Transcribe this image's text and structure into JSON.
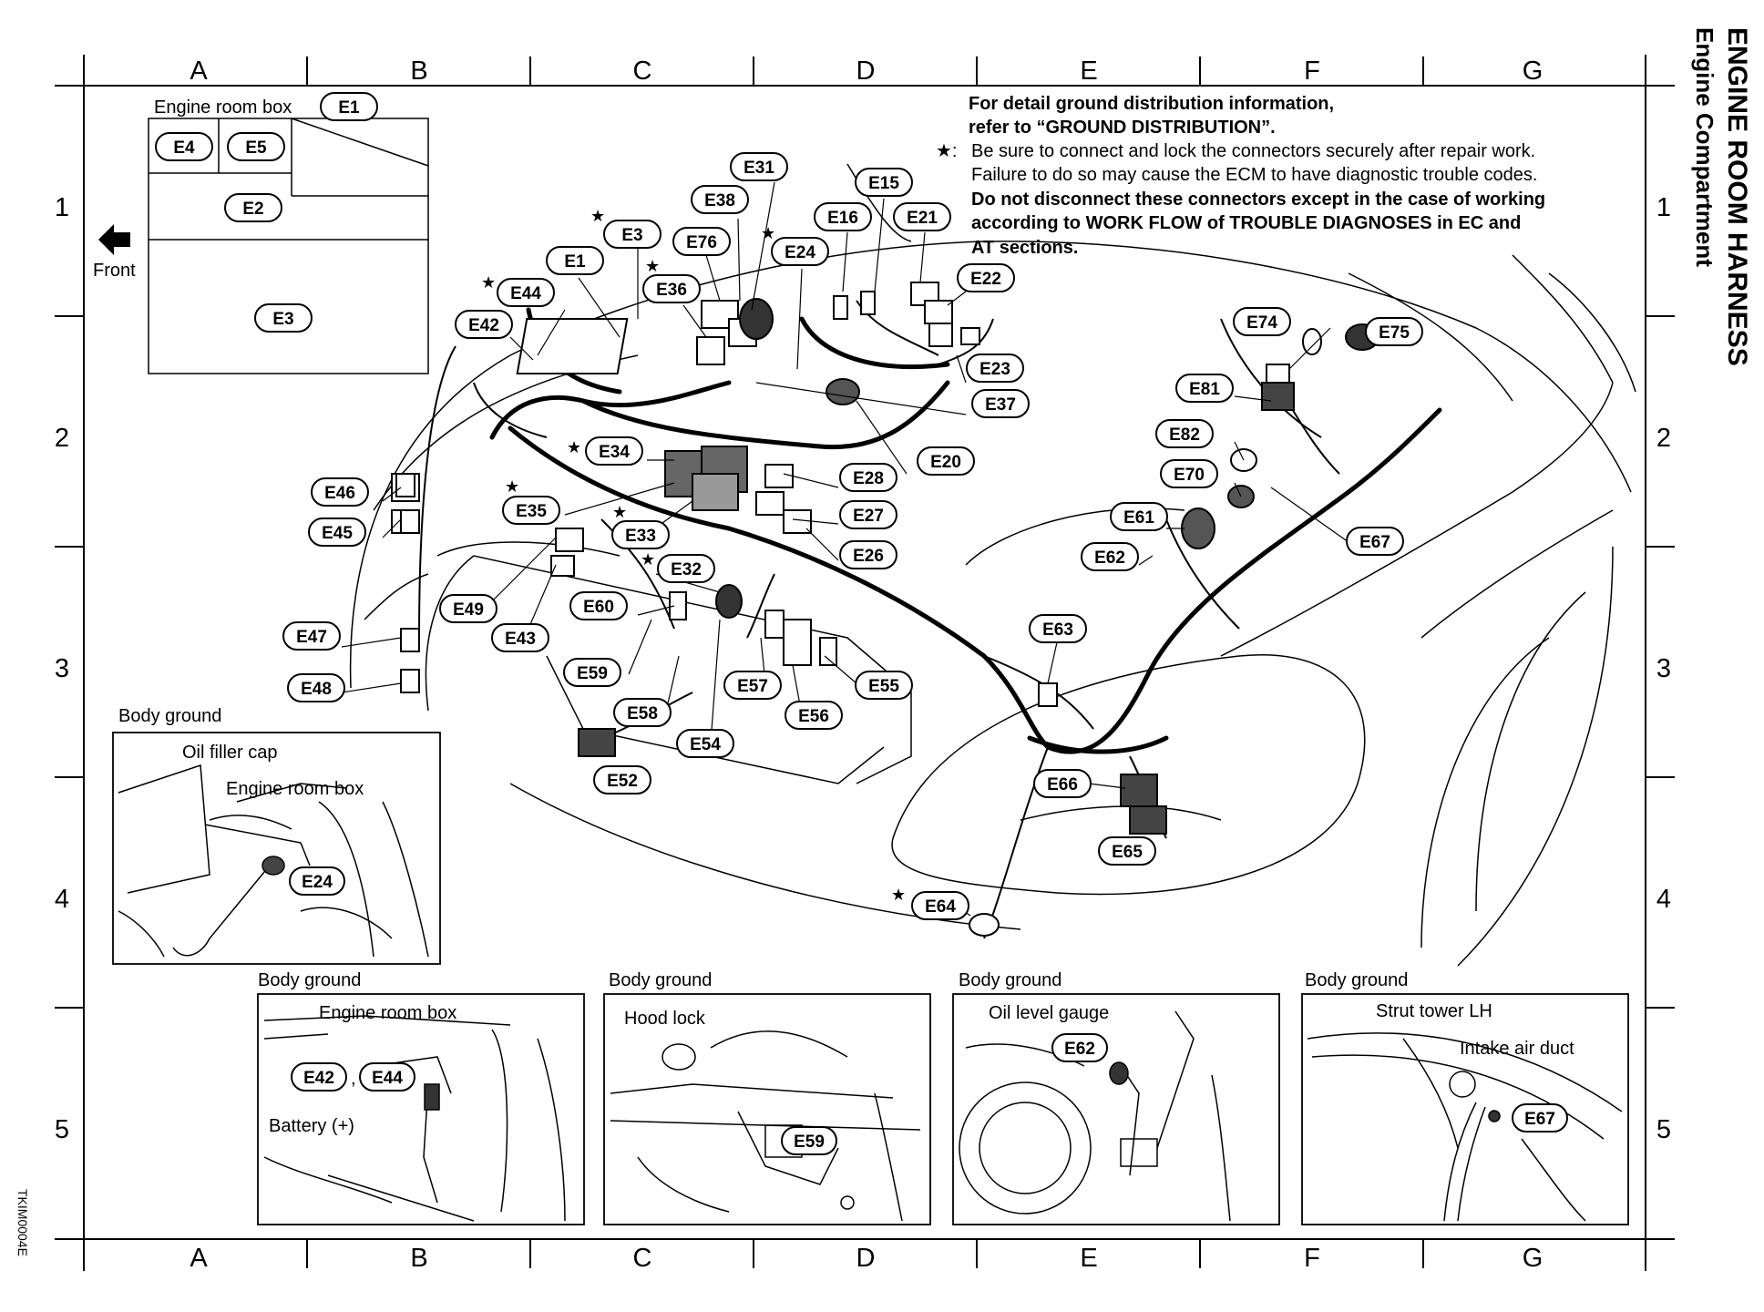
{
  "title": "ENGINE ROOM HARNESS",
  "subtitle": "Engine Compartment",
  "doc_code": "TKIM0004E",
  "grid": {
    "columns": [
      "A",
      "B",
      "C",
      "D",
      "E",
      "F",
      "G"
    ],
    "rows": [
      "1",
      "2",
      "3",
      "4",
      "5"
    ]
  },
  "front_label": "Front",
  "engine_room_box": {
    "label": "Engine room box",
    "connectors": [
      "E1",
      "E4",
      "E5",
      "E2",
      "E3"
    ]
  },
  "notes": {
    "line1": "For detail ground distribution information,",
    "line2": "refer to “GROUND DISTRIBUTION”.",
    "star": "★:",
    "line3": "Be sure to connect and lock the connectors securely after repair work.",
    "line4": "Failure to do so may cause the ECM to have diagnostic trouble codes.",
    "line5": "Do not disconnect these connectors except in the case of working",
    "line6": "according to WORK FLOW of TROUBLE DIAGNOSES in EC and",
    "line7": "AT sections."
  },
  "connectors": [
    "E31",
    "E15",
    "E38",
    "E16",
    "E21",
    "E3",
    "E76",
    "E24",
    "E1",
    "E36",
    "E22",
    "E44",
    "E42",
    "E74",
    "E75",
    "E23",
    "E37",
    "E81",
    "E34",
    "E20",
    "E82",
    "E28",
    "E70",
    "E46",
    "E35",
    "E27",
    "E61",
    "E67",
    "E45",
    "E33",
    "E26",
    "E62",
    "E32",
    "E49",
    "E60",
    "E63",
    "E47",
    "E43",
    "E59",
    "E57",
    "E55",
    "E48",
    "E58",
    "E56",
    "E54",
    "E52",
    "E66",
    "E65",
    "E64"
  ],
  "insets": {
    "oil_filler": {
      "heading": "Body ground",
      "label1": "Oil filler cap",
      "label2": "Engine room box",
      "connector": "E24"
    },
    "battery": {
      "heading": "Body ground",
      "label1": "Engine room box",
      "label2": "Battery (+)",
      "connector1": "E42",
      "sep": ",",
      "connector2": "E44"
    },
    "hood_lock": {
      "heading": "Body ground",
      "label1": "Hood lock",
      "connector": "E59"
    },
    "oil_level": {
      "heading": "Body ground",
      "label1": "Oil level gauge",
      "connector": "E62"
    },
    "strut": {
      "heading": "Body ground",
      "label1": "Strut tower LH",
      "label2": "Intake air duct",
      "connector": "E67"
    }
  }
}
